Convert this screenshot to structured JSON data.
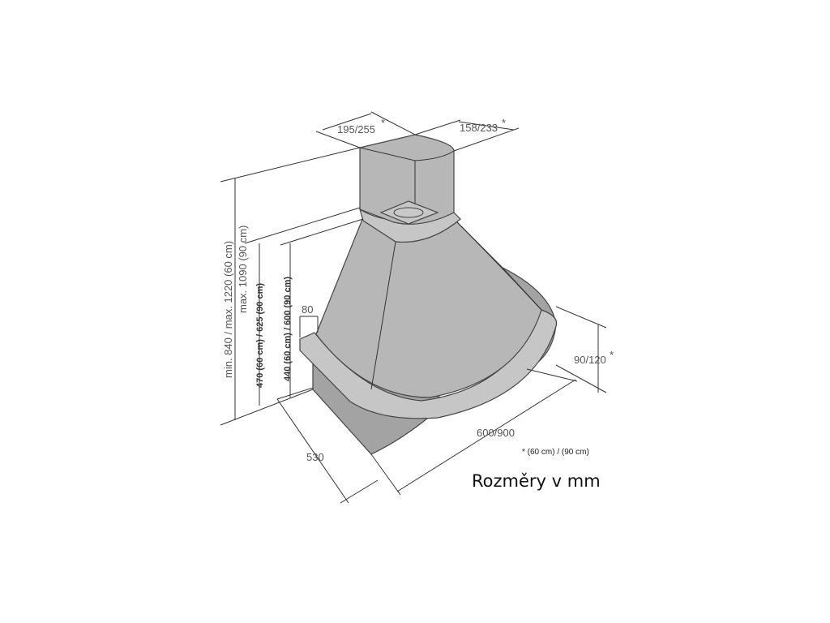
{
  "dimensions": {
    "chimney_width": "195/255",
    "chimney_depth": "158/233",
    "asterisk": "*",
    "total_height": "min. 840 / max. 1220 (60 cm)",
    "total_height_90": "max. 1090  (90 cm)",
    "height_a": "470 (60 cm) / 625 (90 cm)",
    "height_b": "440 (60 cm) / 600 (90 cm)",
    "lip": "80",
    "side_height": "90/120",
    "width": "600/900",
    "depth": "530"
  },
  "footnote": "* (60 cm) / (90 cm)",
  "caption": "Rozměry v mm"
}
